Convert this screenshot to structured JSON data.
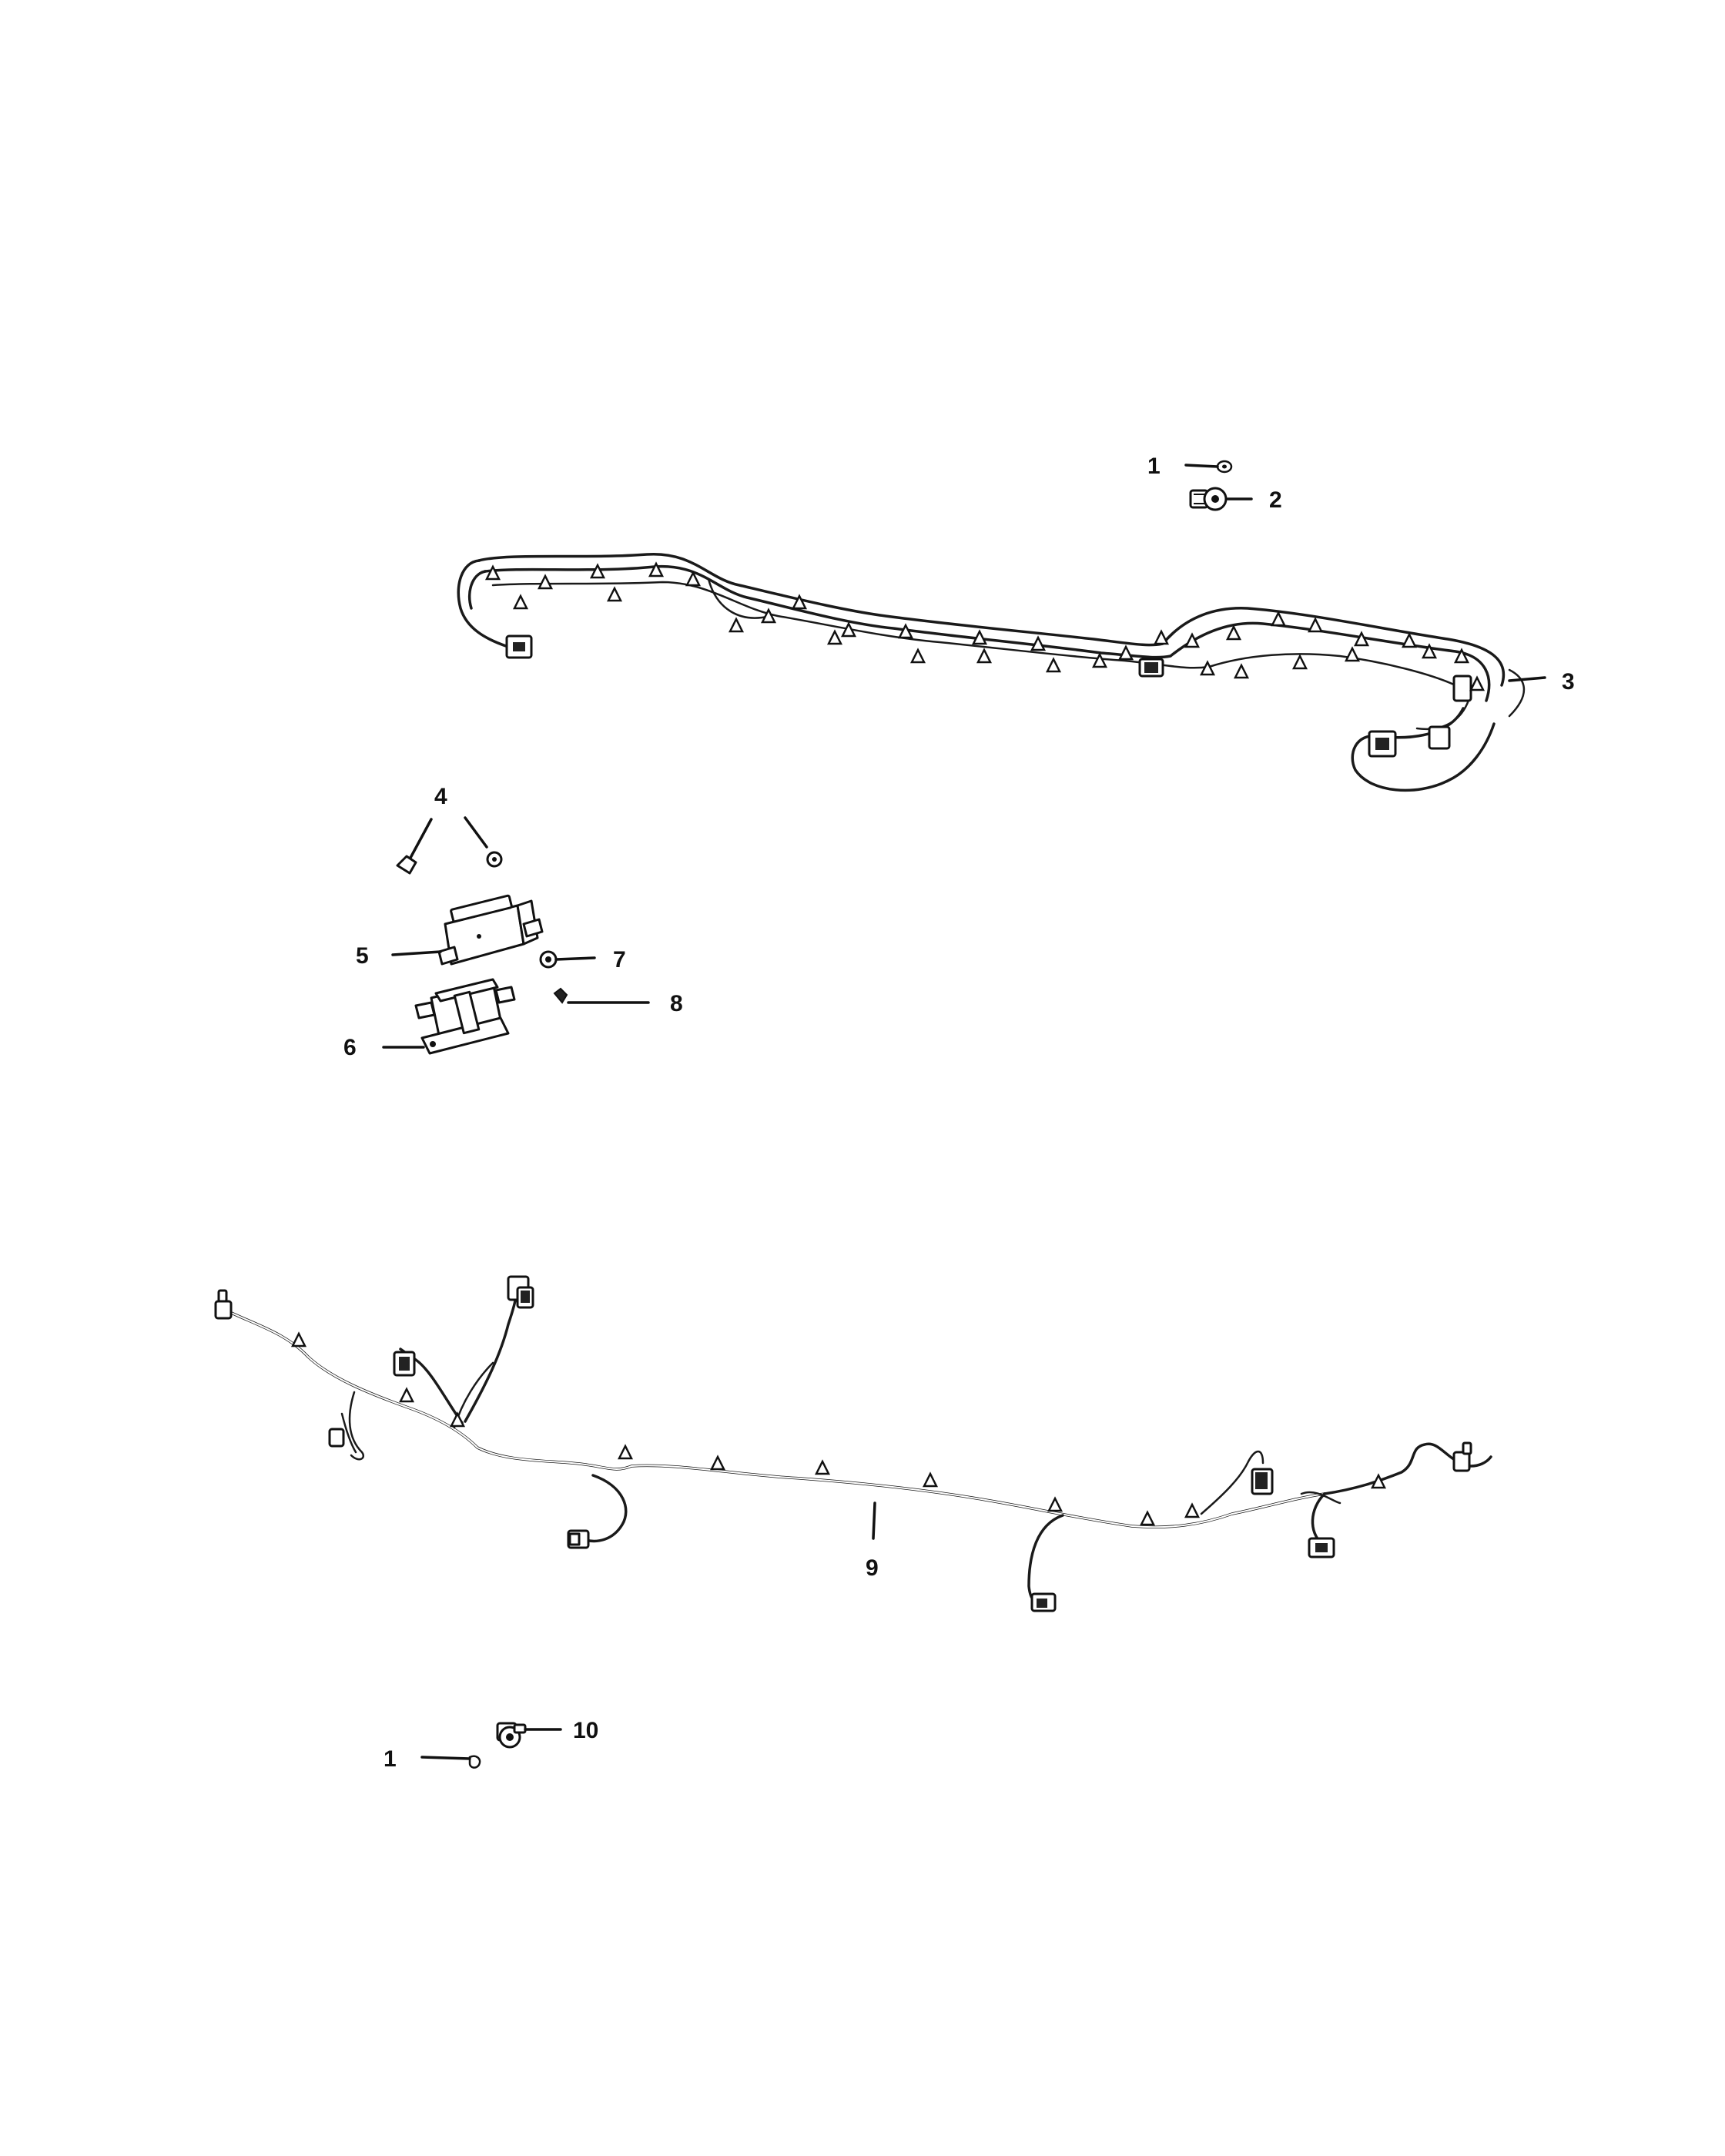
{
  "callouts": [
    {
      "id": "c1a",
      "label": "1",
      "part": "clip"
    },
    {
      "id": "c2",
      "label": "2",
      "part": "sensor-connector"
    },
    {
      "id": "c3",
      "label": "3",
      "part": "upper-wiring-harness"
    },
    {
      "id": "c4",
      "label": "4",
      "part": "fasteners"
    },
    {
      "id": "c5",
      "label": "5",
      "part": "control-module"
    },
    {
      "id": "c6",
      "label": "6",
      "part": "module-bracket"
    },
    {
      "id": "c7",
      "label": "7",
      "part": "nut"
    },
    {
      "id": "c8",
      "label": "8",
      "part": "push-pin"
    },
    {
      "id": "c9",
      "label": "9",
      "part": "lower-wiring-harness"
    },
    {
      "id": "c1b",
      "label": "1",
      "part": "clip"
    },
    {
      "id": "c10",
      "label": "10",
      "part": "sensor-connector"
    }
  ]
}
